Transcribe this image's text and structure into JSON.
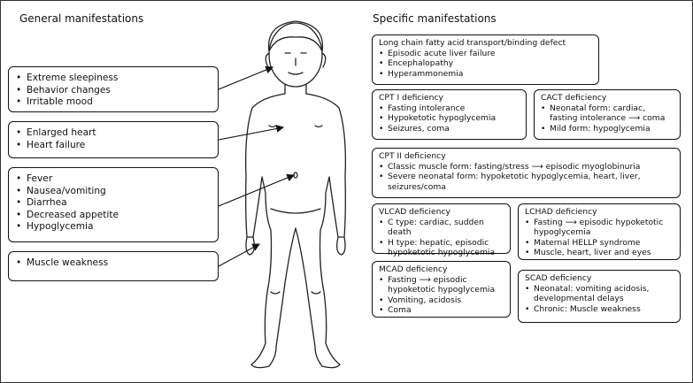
{
  "headings": {
    "general": "General manifestations",
    "specific": "Specific manifestations"
  },
  "general": [
    {
      "items": [
        "Extreme sleepiness",
        "Behavior changes",
        "Irritable mood"
      ]
    },
    {
      "items": [
        "Enlarged heart",
        "Heart failure"
      ]
    },
    {
      "items": [
        "Fever",
        "Nausea/vomiting",
        "Diarrhea",
        "Decreased appetite",
        "Hypoglycemia"
      ]
    },
    {
      "items": [
        "Muscle weakness"
      ]
    }
  ],
  "specific": {
    "lcfa": {
      "title": "Long chain fatty acid transport/binding defect",
      "items": [
        "Episodic acute liver failure",
        "Encephalopathy",
        "Hyperammonemia"
      ]
    },
    "cpt1": {
      "title": "CPT I deficiency",
      "items": [
        "Fasting intolerance",
        "Hypoketotic hypoglycemia",
        "Seizures, coma"
      ]
    },
    "cact": {
      "title": "CACT deficiency",
      "items": [
        "Neonatal form: cardiac, fasting intolerance ⟶ coma",
        "Mild form: hypoglycemia"
      ]
    },
    "cpt2": {
      "title": "CPT II deficiency",
      "items": [
        "Classic muscle form: fasting/stress ⟶ episodic myoglobinuria",
        "Severe neonatal form: hypoketotic hypoglycemia, heart, liver, seizures/coma"
      ]
    },
    "vlcad": {
      "title": "VLCAD deficiency",
      "items": [
        "C type: cardiac, sudden death",
        "H type: hepatic, episodic hypoketotic hypoglycemia"
      ]
    },
    "lchad": {
      "title": "LCHAD deficiency",
      "items": [
        "Fasting ⟶ episodic hypoketotic hypoglycemia",
        "Maternal HELLP syndrome",
        "Muscle, heart, liver and eyes"
      ]
    },
    "mcad": {
      "title": "MCAD deficiency",
      "items": [
        "Fasting ⟶ episodic hypoketotic hypoglycemia",
        "Vomiting, acidosis",
        "Coma"
      ]
    },
    "scad": {
      "title": "SCAD deficiency",
      "items": [
        "Neonatal: vomiting acidosis, developmental delays",
        "Chronic: Muscle weakness"
      ]
    }
  }
}
